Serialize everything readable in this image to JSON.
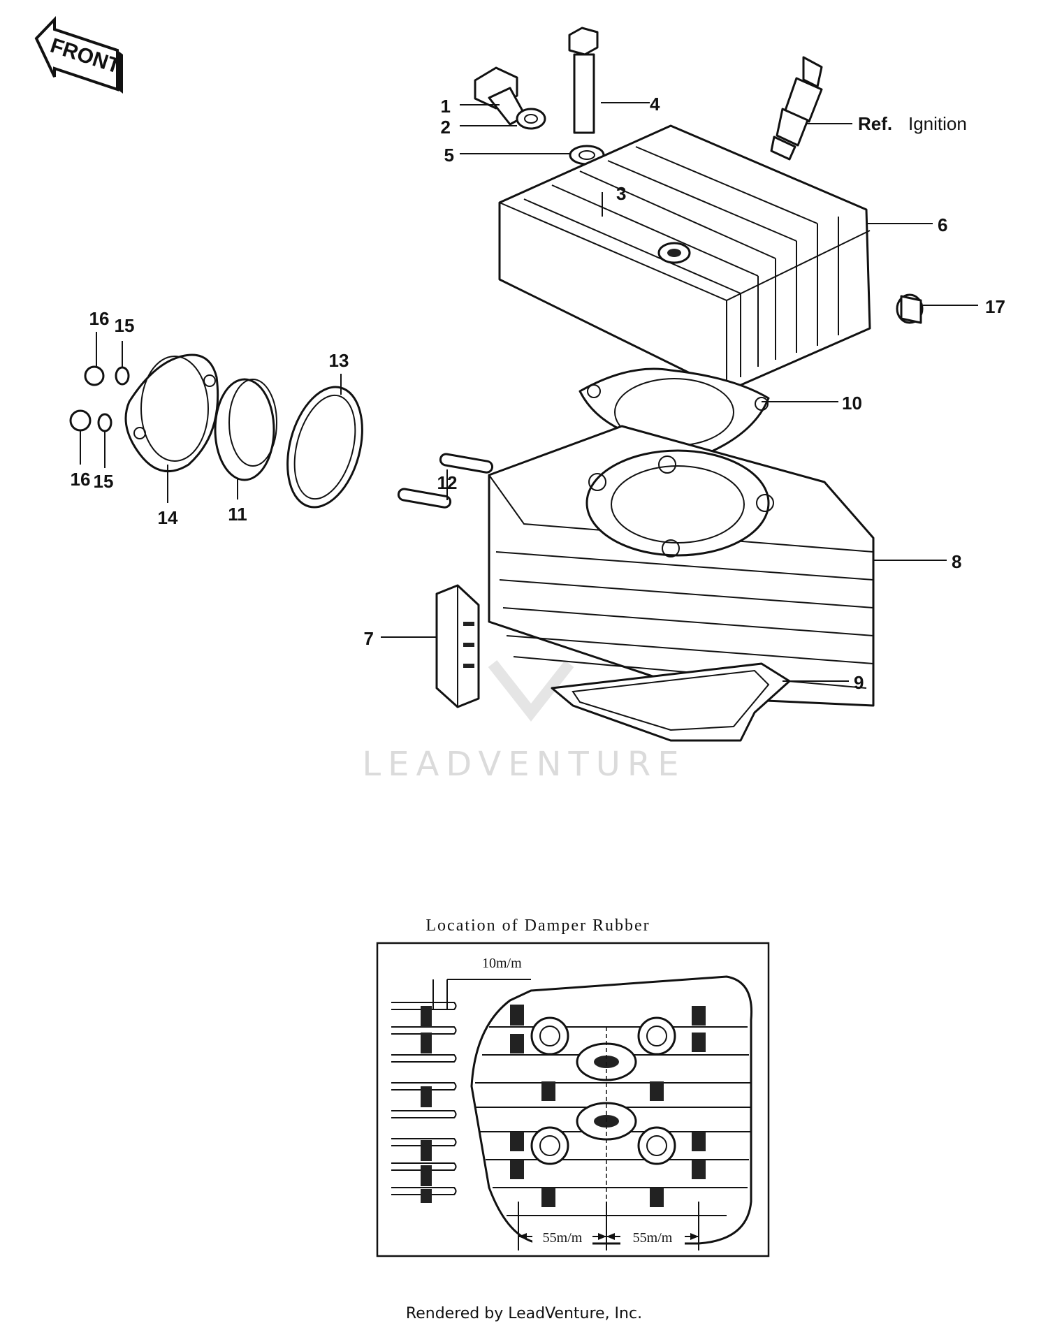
{
  "front_arrow": {
    "label": "FRONT"
  },
  "callouts": [
    "1",
    "2",
    "3",
    "4",
    "5",
    "6",
    "7",
    "8",
    "9",
    "10",
    "11",
    "12",
    "13",
    "14",
    "15",
    "15",
    "16",
    "16",
    "17"
  ],
  "reference": {
    "prefix": "Ref.",
    "name": "Ignition"
  },
  "watermark": "LEADVENTURE",
  "inset": {
    "title": "Location of Damper Rubber",
    "dim_top": "10m/m",
    "dim_left": "55m/m",
    "dim_right": "55m/m"
  },
  "footer": "Rendered by LeadVenture, Inc."
}
